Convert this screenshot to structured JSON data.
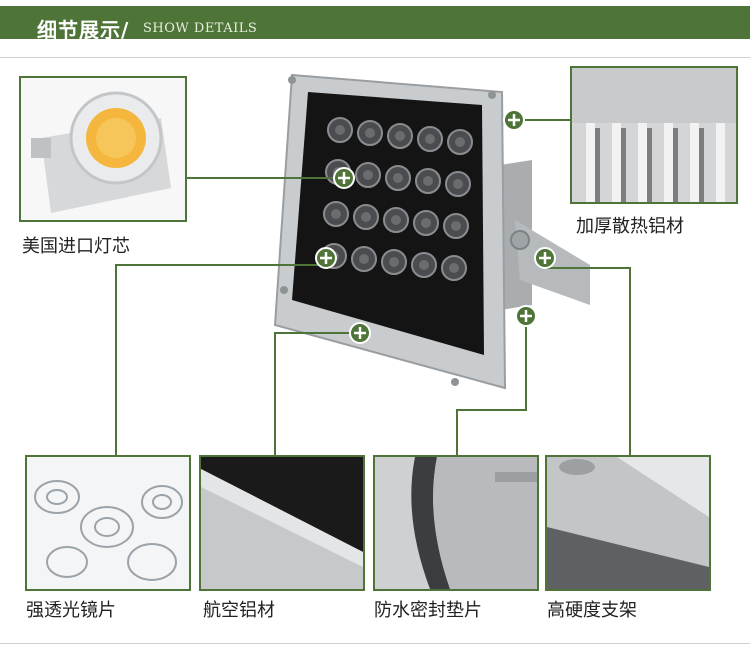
{
  "header": {
    "title": "细节展示/",
    "subtitle": "SHOW DETAILS"
  },
  "details": [
    {
      "label": "美国进口灯芯"
    },
    {
      "label": "加厚散热铝材"
    },
    {
      "label": "强透光镜片"
    },
    {
      "label": "航空铝材"
    },
    {
      "label": "防水密封垫片"
    },
    {
      "label": "高硬度支架"
    }
  ],
  "colors": {
    "accent": "#4f7438",
    "marker": "#4f7438",
    "housing": "#c9ccce",
    "glass": "#111111"
  }
}
